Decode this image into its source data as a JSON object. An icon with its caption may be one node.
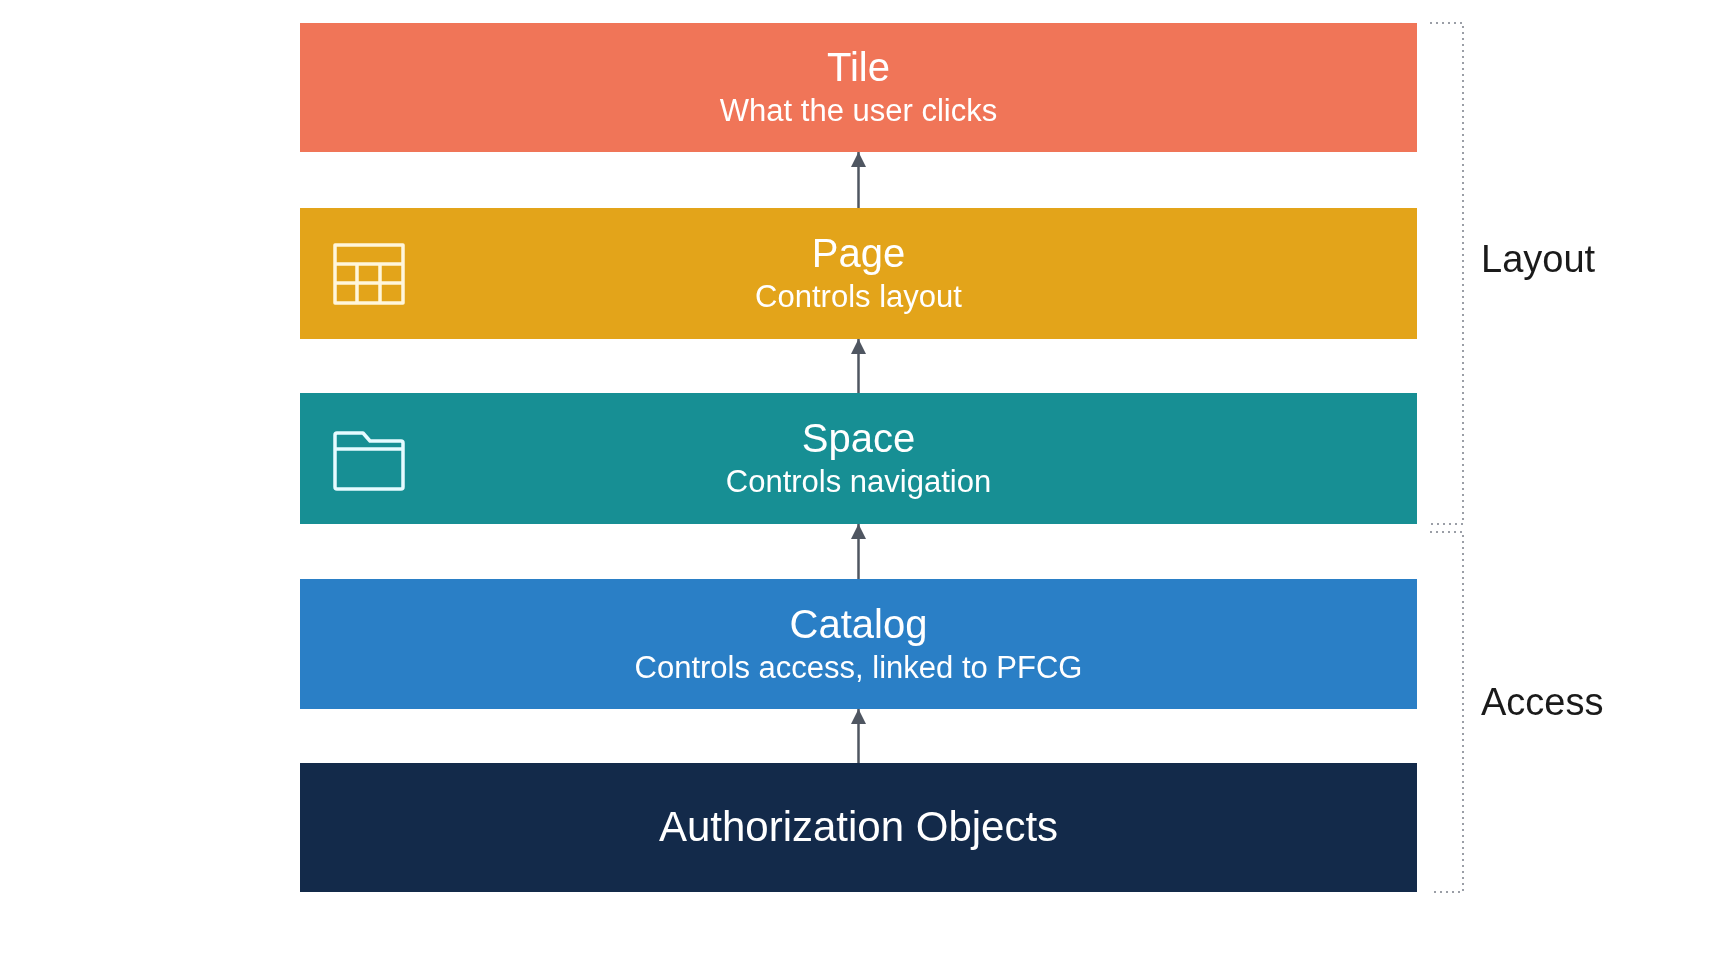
{
  "diagram": {
    "nodes": [
      {
        "text": [
          "Tile",
          "What the user clicks"
        ]
      },
      {
        "text": [
          "Page",
          "Controls layout"
        ]
      },
      {
        "text": [
          "Space",
          "Controls navigation"
        ]
      },
      {
        "text": [
          "Catalog",
          "Controls access, linked to PFCG"
        ]
      },
      {
        "text": [
          "Authorization Objects"
        ]
      }
    ],
    "edges": [
      {
        "from": 4,
        "to": 3,
        "arrow": "to"
      },
      {
        "from": 3,
        "to": 2,
        "arrow": "to"
      },
      {
        "from": 2,
        "to": 1,
        "arrow": "to"
      },
      {
        "from": 1,
        "to": 0,
        "arrow": "to"
      }
    ],
    "labels": [
      "Layout",
      "Access"
    ]
  }
}
